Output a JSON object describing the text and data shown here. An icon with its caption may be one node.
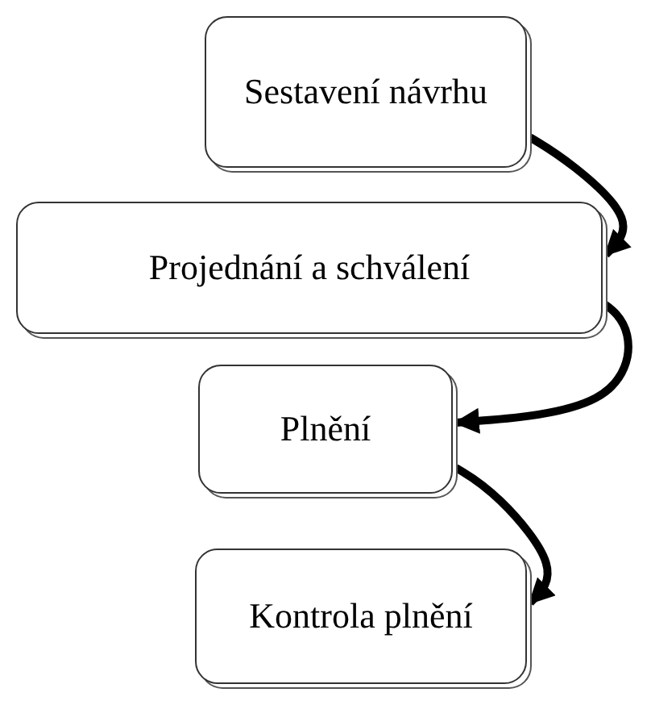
{
  "diagram": {
    "nodes": [
      {
        "text": [
          "Sestavení návrhu"
        ]
      },
      {
        "text": [
          "Projednání a schválení"
        ]
      },
      {
        "text": [
          "Plnění"
        ]
      },
      {
        "text": [
          "Kontrola plnění"
        ]
      }
    ],
    "edges": [
      {
        "from": 0,
        "to": 1,
        "arrow": "to"
      },
      {
        "from": 1,
        "to": 2,
        "arrow": "to"
      },
      {
        "from": 2,
        "to": 3,
        "arrow": "to"
      }
    ]
  }
}
